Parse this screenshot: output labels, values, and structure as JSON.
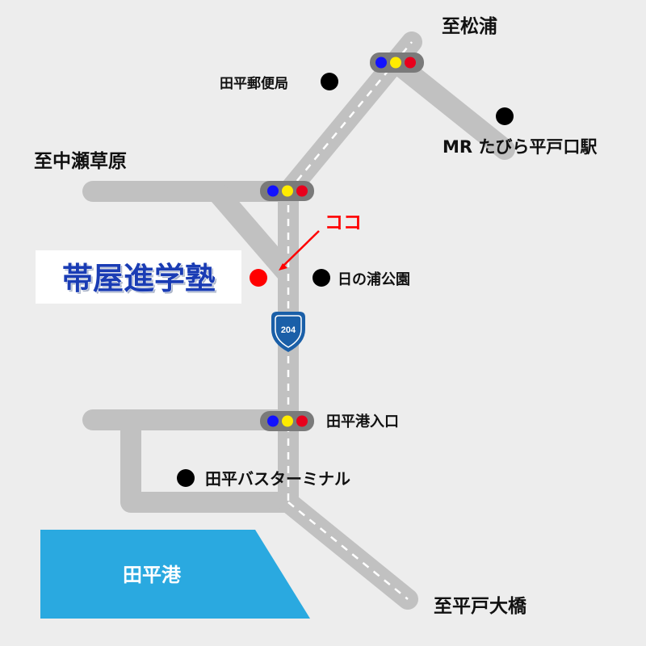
{
  "labels": {
    "to_matsuura": "至松浦",
    "tabira_post_office": "田平郵便局",
    "to_nakaze_sohara": "至中瀬草原",
    "mr_station": "MR たびら平戸口駅",
    "here": "ココ",
    "hinoura_park": "日の浦公園",
    "route_number": "204",
    "tabira_port_entrance": "田平港入口",
    "tabira_bus_terminal": "田平バスターミナル",
    "tabira_port": "田平港",
    "to_hirado_bridge": "至平戸大橋"
  },
  "school": {
    "name": "帯屋進学塾"
  },
  "colors": {
    "background": "#ededed",
    "road": "#c1c1c1",
    "sea": "#2aa9e0",
    "here_marker": "#ff0000",
    "here_text": "#ff0000",
    "school_text": "#1a3cb4",
    "route_shield": "#1a5fa8",
    "signal_body": "#7a7a7a",
    "signal_blue": "#1212ff",
    "signal_yellow": "#ffeb00",
    "signal_red": "#e8001c"
  },
  "icons": {
    "landmark": "black-dot-icon",
    "signal": "traffic-signal-icon",
    "current_location": "red-dot-icon",
    "pointer": "red-arrow-icon",
    "route": "national-route-shield-icon"
  }
}
